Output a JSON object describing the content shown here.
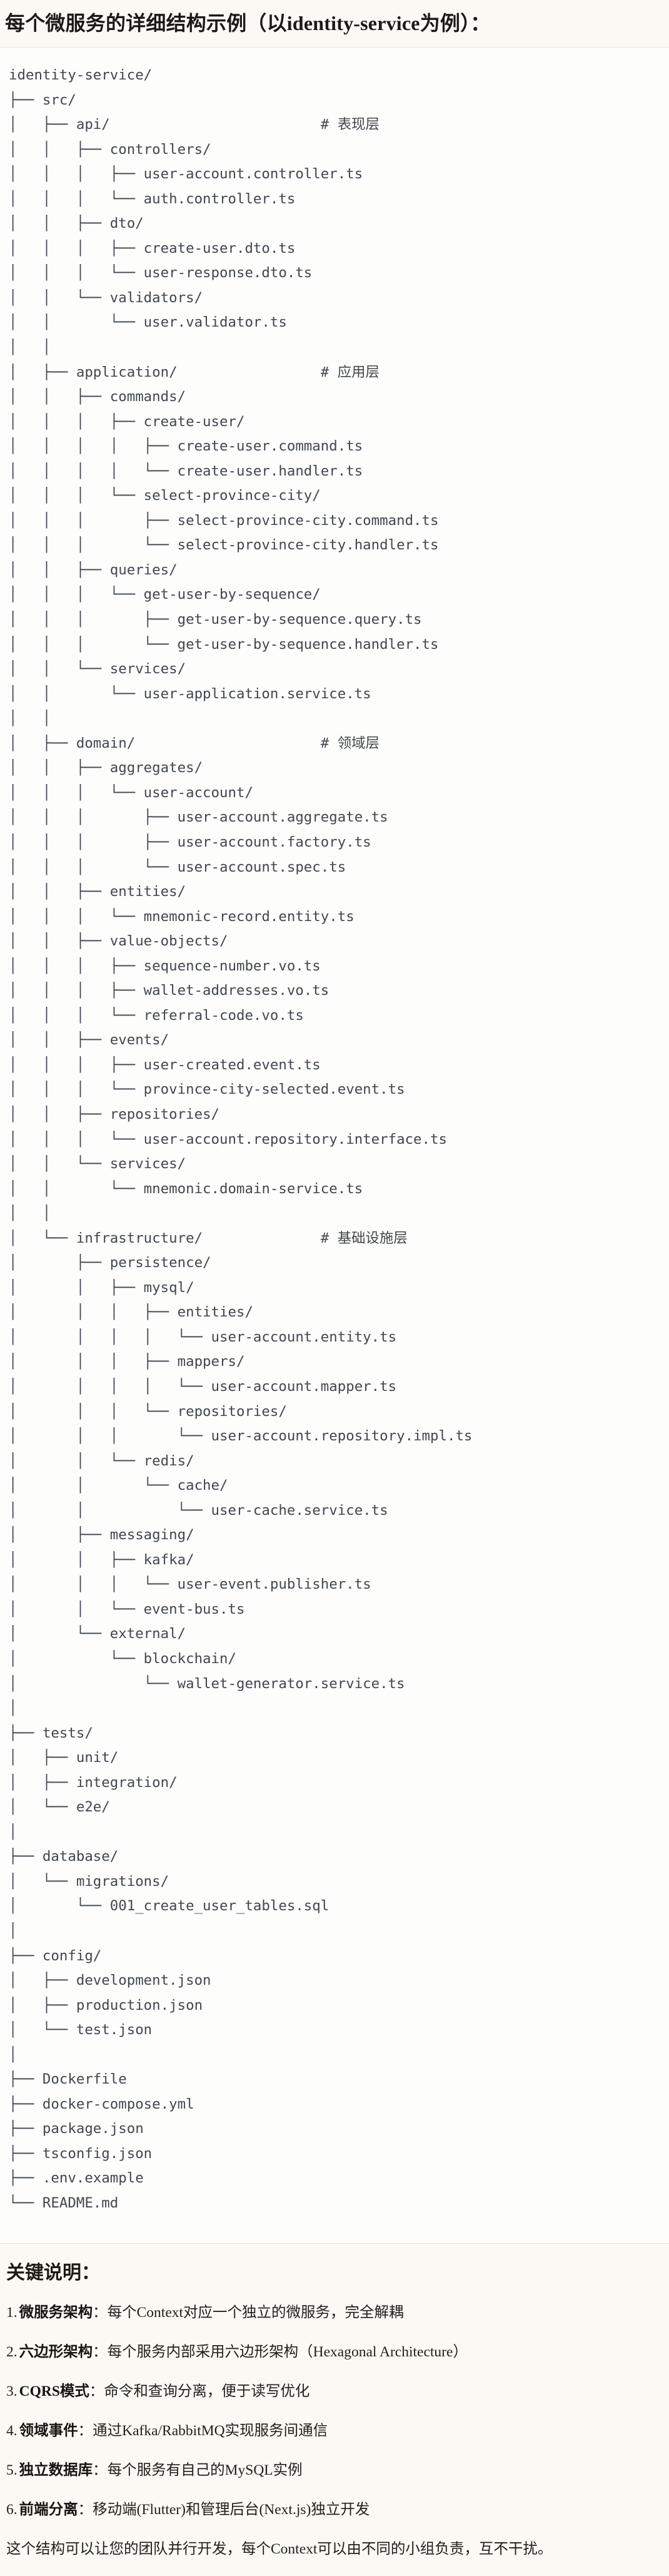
{
  "page": {
    "title": "每个微服务的详细结构示例（以identity-service为例）："
  },
  "code_block": {
    "lines": [
      "identity-service/",
      "├── src/",
      "│   ├── api/                         # 表现层",
      "│   │   ├── controllers/",
      "│   │   │   ├── user-account.controller.ts",
      "│   │   │   └── auth.controller.ts",
      "│   │   ├── dto/",
      "│   │   │   ├── create-user.dto.ts",
      "│   │   │   └── user-response.dto.ts",
      "│   │   └── validators/",
      "│   │       └── user.validator.ts",
      "│   │",
      "│   ├── application/                 # 应用层",
      "│   │   ├── commands/",
      "│   │   │   ├── create-user/",
      "│   │   │   │   ├── create-user.command.ts",
      "│   │   │   │   └── create-user.handler.ts",
      "│   │   │   └── select-province-city/",
      "│   │   │       ├── select-province-city.command.ts",
      "│   │   │       └── select-province-city.handler.ts",
      "│   │   ├── queries/",
      "│   │   │   └── get-user-by-sequence/",
      "│   │   │       ├── get-user-by-sequence.query.ts",
      "│   │   │       └── get-user-by-sequence.handler.ts",
      "│   │   └── services/",
      "│   │       └── user-application.service.ts",
      "│   │",
      "│   ├── domain/                      # 领域层",
      "│   │   ├── aggregates/",
      "│   │   │   └── user-account/",
      "│   │   │       ├── user-account.aggregate.ts",
      "│   │   │       ├── user-account.factory.ts",
      "│   │   │       └── user-account.spec.ts",
      "│   │   ├── entities/",
      "│   │   │   └── mnemonic-record.entity.ts",
      "│   │   ├── value-objects/",
      "│   │   │   ├── sequence-number.vo.ts",
      "│   │   │   ├── wallet-addresses.vo.ts",
      "│   │   │   └── referral-code.vo.ts",
      "│   │   ├── events/",
      "│   │   │   ├── user-created.event.ts",
      "│   │   │   └── province-city-selected.event.ts",
      "│   │   ├── repositories/",
      "│   │   │   └── user-account.repository.interface.ts",
      "│   │   └── services/",
      "│   │       └── mnemonic.domain-service.ts",
      "│   │",
      "│   └── infrastructure/              # 基础设施层",
      "│       ├── persistence/",
      "│       │   ├── mysql/",
      "│       │   │   ├── entities/",
      "│       │   │   │   └── user-account.entity.ts",
      "│       │   │   ├── mappers/",
      "│       │   │   │   └── user-account.mapper.ts",
      "│       │   │   └── repositories/",
      "│       │   │       └── user-account.repository.impl.ts",
      "│       │   └── redis/",
      "│       │       └── cache/",
      "│       │           └── user-cache.service.ts",
      "│       ├── messaging/",
      "│       │   ├── kafka/",
      "│       │   │   └── user-event.publisher.ts",
      "│       │   └── event-bus.ts",
      "│       └── external/",
      "│           └── blockchain/",
      "│               └── wallet-generator.service.ts",
      "│",
      "├── tests/",
      "│   ├── unit/",
      "│   ├── integration/",
      "│   └── e2e/",
      "│",
      "├── database/",
      "│   └── migrations/",
      "│       └── 001_create_user_tables.sql",
      "│",
      "├── config/",
      "│   ├── development.json",
      "│   ├── production.json",
      "│   └── test.json",
      "│",
      "├── Dockerfile",
      "├── docker-compose.yml",
      "├── package.json",
      "├── tsconfig.json",
      "├── .env.example",
      "└── README.md"
    ]
  },
  "notes": {
    "heading": "关键说明：",
    "items": [
      {
        "num": "1.",
        "label": "微服务架构",
        "text": "：每个Context对应一个独立的微服务，完全解耦"
      },
      {
        "num": "2.",
        "label": "六边形架构",
        "text": "：每个服务内部采用六边形架构（Hexagonal Architecture）"
      },
      {
        "num": "3.",
        "label": "CQRS模式",
        "text": "：命令和查询分离，便于读写优化"
      },
      {
        "num": "4.",
        "label": "领域事件",
        "text": "：通过Kafka/RabbitMQ实现服务间通信"
      },
      {
        "num": "5.",
        "label": "独立数据库",
        "text": "：每个服务有自己的MySQL实例"
      },
      {
        "num": "6.",
        "label": "前端分离",
        "text": "：移动端(Flutter)和管理后台(Next.js)独立开发"
      }
    ],
    "footer": "这个结构可以让您的团队并行开发，每个Context可以由不同的小组负责，互不干扰。"
  }
}
